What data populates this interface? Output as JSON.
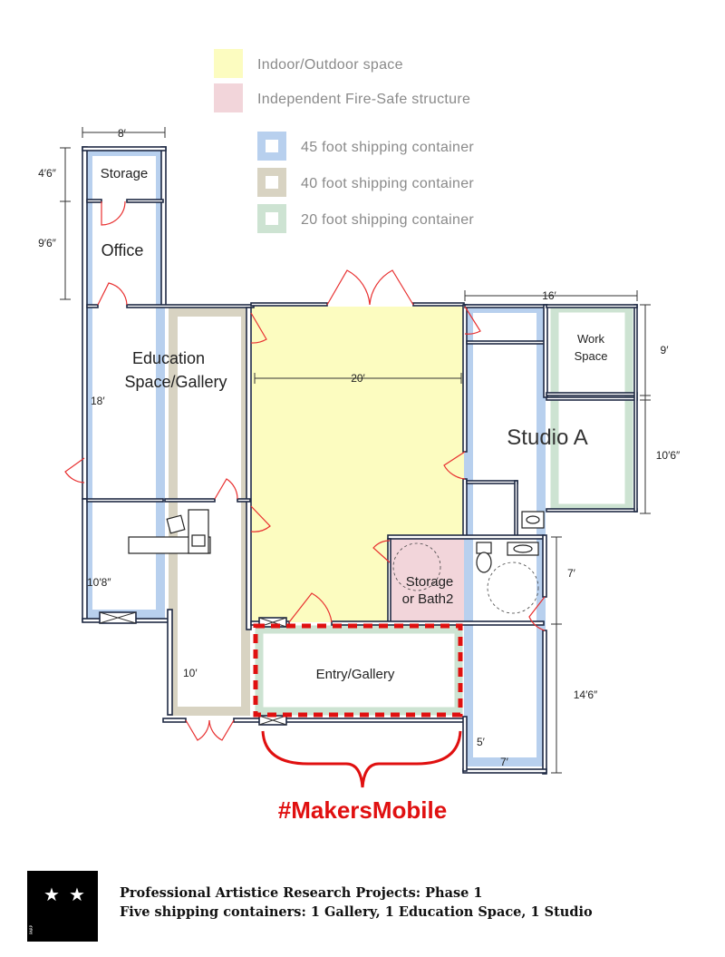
{
  "legend": {
    "items": [
      {
        "label": "Indoor/Outdoor space",
        "color": "#fcfcc0",
        "style": "fill"
      },
      {
        "label": "Independent Fire-Safe structure",
        "color": "#f2d5da",
        "style": "fill"
      },
      {
        "label": "45 foot shipping container",
        "color": "#b8d0ee",
        "style": "outline"
      },
      {
        "label": "40 foot shipping container",
        "color": "#d8d3c2",
        "style": "outline"
      },
      {
        "label": "20 foot shipping container",
        "color": "#cde3d2",
        "style": "outline"
      }
    ]
  },
  "rooms": {
    "storage": "Storage",
    "office": "Office",
    "education_line1": "Education",
    "education_line2": "Space/Gallery",
    "studio_a": "Studio A",
    "work_space_line1": "Work",
    "work_space_line2": "Space",
    "storage_bath_line1": "Storage",
    "storage_bath_line2": "or Bath2",
    "entry_gallery": "Entry/Gallery"
  },
  "dimensions": {
    "top_width": "8′",
    "storage_height": "4′6″",
    "office_height": "9′6″",
    "education_length": "18′",
    "lower_left_length": "10′8″",
    "narrow_10": "10′",
    "courtyard_width": "20′",
    "studio_width": "16′",
    "work_space_height": "9′",
    "studio_height": "10′6″",
    "bath_height": "7′",
    "lower_right_height": "14′6″",
    "small_5": "5′",
    "small_7": "7′"
  },
  "hashtag": "#MakersMobile",
  "footer": {
    "line1": "Professional Artistice Research Projects: Phase 1",
    "line2": "Five shipping containers: 1 Gallery,  1 Education Space, 1 Studio",
    "logo_text": "PARP"
  },
  "colors": {
    "indoor_outdoor": "#fcfcc0",
    "fire_safe": "#f2d5da",
    "container_45": "#b8d0ee",
    "container_40": "#d8d3c2",
    "container_20": "#cde3d2",
    "wall": "#1f2a44",
    "door": "#e83030",
    "highlight": "#e01010"
  }
}
